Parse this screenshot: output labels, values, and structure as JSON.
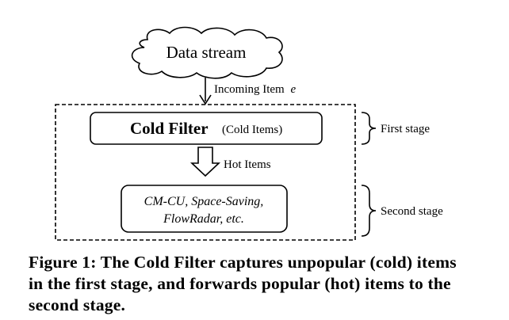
{
  "diagram": {
    "source": "Data stream",
    "incoming_label_prefix": "Incoming Item",
    "incoming_label_var": "e",
    "cold_filter_label": "Cold Filter",
    "cold_items_label": "(Cold Items)",
    "hot_items_label": "Hot Items",
    "second_stage_line1": "CM-CU, Space-Saving,",
    "second_stage_line2": "FlowRadar, etc.",
    "first_stage_label": "First stage",
    "second_stage_label": "Second stage"
  },
  "caption": {
    "line1": "Figure 1: The Cold Filter captures unpopular (cold) items",
    "line2": "in the first stage, and forwards popular (hot) items to the",
    "line3": "second stage."
  }
}
